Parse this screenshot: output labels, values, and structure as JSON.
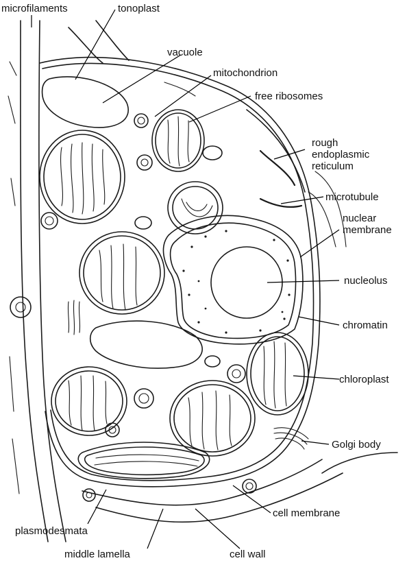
{
  "labels": {
    "microfilaments": "microfilaments",
    "tonoplast": "tonoplast",
    "vacuole": "vacuole",
    "mitochondrion": "mitochondrion",
    "free_ribosomes": "free  ribosomes",
    "rough_er": "rough\nendoplasmic\nreticulum",
    "microtubule": "microtubule",
    "nuclear_membrane": "nuclear\nmembrane",
    "nucleolus": "nucleolus",
    "chromatin": "chromatin",
    "chloroplast": "chloroplast",
    "golgi_body": "Golgi  body",
    "cell_membrane": "cell  membrane",
    "plasmodesmata": "plasmodesmata",
    "middle_lamella": "middle lamella",
    "cell_wall": "cell wall"
  }
}
